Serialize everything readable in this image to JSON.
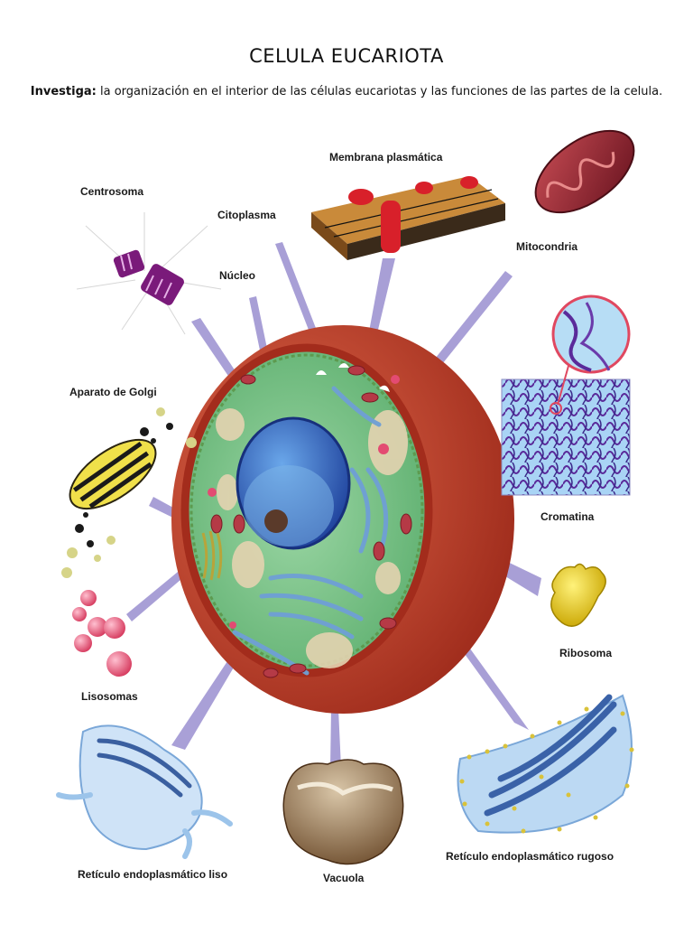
{
  "title": "CELULA EUCARIOTA",
  "instruction": {
    "bold": "Investiga:",
    "text": " la organización en el interior de las células eucariotas y las funciones de las partes de la celula."
  },
  "labels": {
    "membrana": "Membrana plasmática",
    "centrosoma": "Centrosoma",
    "citoplasma": "Citoplasma",
    "nucleo": "Núcleo",
    "mitocondria": "Mitocondria",
    "golgi": "Aparato de Golgi",
    "cromatina": "Cromatina",
    "ribosoma": "Ribosoma",
    "lisosomas": "Lisosomas",
    "rel": "Retículo endoplasmático liso",
    "vacuola": "Vacuola",
    "rer": "Retículo endoplasmático rugoso"
  },
  "colors": {
    "pointer": "#9a8fd0",
    "cytoplasm": "#7fc98f",
    "nucleus": "#2f62c0",
    "membrane": "#b5311f",
    "mito": "#8a1f2a",
    "er": "#7aa7d8"
  }
}
